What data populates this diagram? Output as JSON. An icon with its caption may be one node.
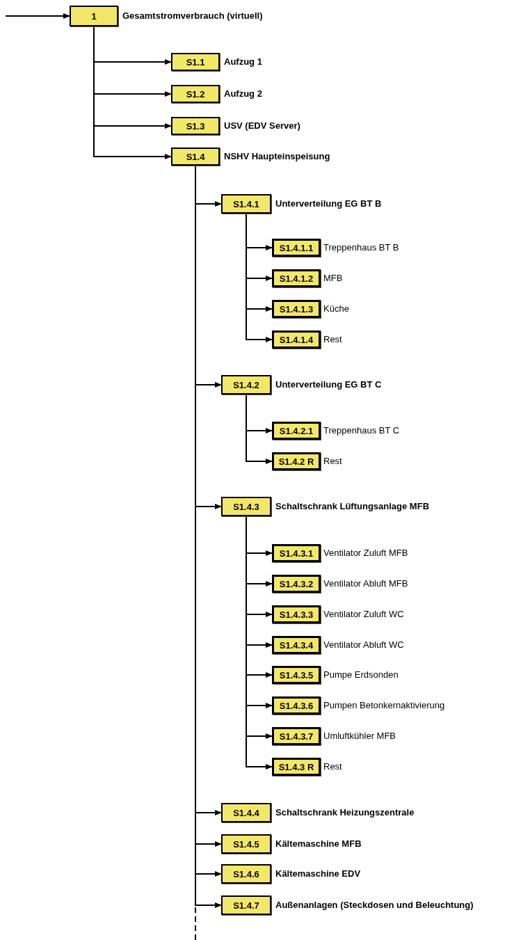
{
  "diagram": {
    "nodes": [
      {
        "text": [
          "1"
        ],
        "beside": [
          "Gesamtstromverbrauch (virtuell)"
        ]
      },
      {
        "text": [
          "S1.1"
        ],
        "beside": [
          "Aufzug 1"
        ]
      },
      {
        "text": [
          "S1.2"
        ],
        "beside": [
          "Aufzug 2"
        ]
      },
      {
        "text": [
          "S1.3"
        ],
        "beside": [
          "USV (EDV Server)"
        ]
      },
      {
        "text": [
          "S1.4"
        ],
        "beside": [
          "NSHV Haupteinspeisung"
        ]
      },
      {
        "text": [
          "S1.4.1"
        ],
        "beside": [
          "Unterverteilung EG BT B"
        ]
      },
      {
        "text": [
          "S1.4.1.1"
        ],
        "beside": [
          "Treppenhaus BT B"
        ]
      },
      {
        "text": [
          "S1.4.1.2"
        ],
        "beside": [
          "MFB"
        ]
      },
      {
        "text": [
          "S1.4.1.3"
        ],
        "beside": [
          "Küche"
        ]
      },
      {
        "text": [
          "S1.4.1.4"
        ],
        "beside": [
          "Rest"
        ]
      },
      {
        "text": [
          "S1.4.2"
        ],
        "beside": [
          "Unterverteilung EG BT C"
        ]
      },
      {
        "text": [
          "S1.4.2.1"
        ],
        "beside": [
          "Treppenhaus BT C"
        ]
      },
      {
        "text": [
          "S1.4.2 R"
        ],
        "beside": [
          "Rest"
        ]
      },
      {
        "text": [
          "S1.4.3"
        ],
        "beside": [
          "Schaltschrank Lüftungsanlage MFB"
        ]
      },
      {
        "text": [
          "S1.4.3.1"
        ],
        "beside": [
          "Ventilator Zuluft MFB"
        ]
      },
      {
        "text": [
          "S1.4.3.2"
        ],
        "beside": [
          "Ventilator Abluft MFB"
        ]
      },
      {
        "text": [
          "S1.4.3.3"
        ],
        "beside": [
          "Ventilator Zuluft WC"
        ]
      },
      {
        "text": [
          "S1.4.3.4"
        ],
        "beside": [
          "Ventilator Abluft WC"
        ]
      },
      {
        "text": [
          "S1.4.3.5"
        ],
        "beside": [
          "Pumpe Erdsonden"
        ]
      },
      {
        "text": [
          "S1.4.3.6"
        ],
        "beside": [
          "Pumpen Betonkernaktivierung"
        ]
      },
      {
        "text": [
          "S1.4.3.7"
        ],
        "beside": [
          "Umluftkühler MFB"
        ]
      },
      {
        "text": [
          "S1.4.3 R"
        ],
        "beside": [
          "Rest"
        ]
      },
      {
        "text": [
          "S1.4.4"
        ],
        "beside": [
          "Schaltschrank Heizungszentrale"
        ]
      },
      {
        "text": [
          "S1.4.5"
        ],
        "beside": [
          "Kältemaschine MFB"
        ]
      },
      {
        "text": [
          "S1.4.6"
        ],
        "beside": [
          "Kältemaschine EDV"
        ]
      },
      {
        "text": [
          "S1.4.7"
        ],
        "beside": [
          "Außenanlagen (Steckdosen und Beleuchtung)"
        ]
      }
    ],
    "edges": [
      {
        "from": null,
        "to": 0,
        "arrow": "to"
      },
      {
        "from": 0,
        "to": 1,
        "arrow": "to"
      },
      {
        "from": 0,
        "to": 2,
        "arrow": "to"
      },
      {
        "from": 0,
        "to": 3,
        "arrow": "to"
      },
      {
        "from": 0,
        "to": 4,
        "arrow": "to"
      },
      {
        "from": 4,
        "to": 5,
        "arrow": "to"
      },
      {
        "from": 5,
        "to": 6,
        "arrow": "to"
      },
      {
        "from": 5,
        "to": 7,
        "arrow": "to"
      },
      {
        "from": 5,
        "to": 8,
        "arrow": "to"
      },
      {
        "from": 5,
        "to": 9,
        "arrow": "to"
      },
      {
        "from": 4,
        "to": 10,
        "arrow": "to"
      },
      {
        "from": 10,
        "to": 11,
        "arrow": "to"
      },
      {
        "from": 10,
        "to": 12,
        "arrow": "to"
      },
      {
        "from": 4,
        "to": 13,
        "arrow": "to"
      },
      {
        "from": 13,
        "to": 14,
        "arrow": "to"
      },
      {
        "from": 13,
        "to": 15,
        "arrow": "to"
      },
      {
        "from": 13,
        "to": 16,
        "arrow": "to"
      },
      {
        "from": 13,
        "to": 17,
        "arrow": "to"
      },
      {
        "from": 13,
        "to": 18,
        "arrow": "to"
      },
      {
        "from": 13,
        "to": 19,
        "arrow": "to"
      },
      {
        "from": 13,
        "to": 20,
        "arrow": "to"
      },
      {
        "from": 13,
        "to": 21,
        "arrow": "to"
      },
      {
        "from": 4,
        "to": 22,
        "arrow": "to"
      },
      {
        "from": 4,
        "to": 23,
        "arrow": "to"
      },
      {
        "from": 4,
        "to": 24,
        "arrow": "to"
      },
      {
        "from": 4,
        "to": 25,
        "arrow": "to"
      },
      {
        "from": 4,
        "to": null,
        "arrow": "none",
        "style": "dashed"
      }
    ]
  }
}
